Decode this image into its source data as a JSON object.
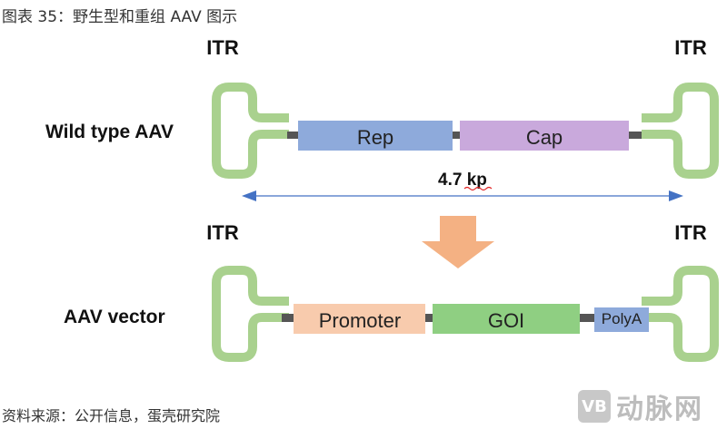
{
  "caption": "图表 35：野生型和重组 AAV 图示",
  "source": "资料来源：公开信息，蛋壳研究院",
  "watermark": {
    "logo": "VB",
    "text": "动脉网"
  },
  "wild_type": {
    "label": "Wild type AAV",
    "itr_left": "ITR",
    "itr_right": "ITR",
    "genes": [
      {
        "name": "Rep",
        "color": "#8eaadb"
      },
      {
        "name": "Cap",
        "color": "#c9a9dc"
      }
    ],
    "size": "4.7  kp"
  },
  "vector": {
    "label": "AAV vector",
    "itr_left": "ITR",
    "itr_right": "ITR",
    "elements": [
      {
        "name": "Promoter",
        "color": "#f8cbad"
      },
      {
        "name": "GOI",
        "color": "#8fcf82"
      },
      {
        "name": "PolyA",
        "color": "#8eaadb"
      }
    ]
  },
  "colors": {
    "itr": "#a9d18e",
    "connector": "#555555",
    "size_arrow": "#4472c4",
    "transform_arrow": "#f4b183"
  }
}
